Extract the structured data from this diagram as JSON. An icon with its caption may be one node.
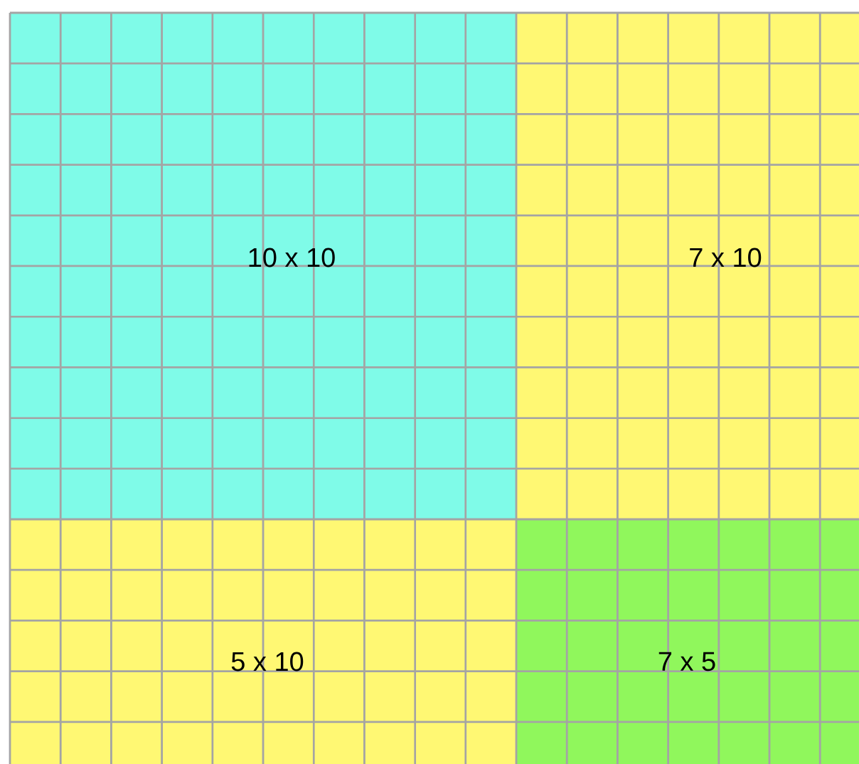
{
  "diagram": {
    "nodes": [
      {
        "text": [
          "10 x 10"
        ]
      },
      {
        "text": [
          "7 x 10"
        ]
      },
      {
        "text": [
          "5 x 10"
        ]
      },
      {
        "text": [
          "7 x 5"
        ]
      }
    ]
  }
}
